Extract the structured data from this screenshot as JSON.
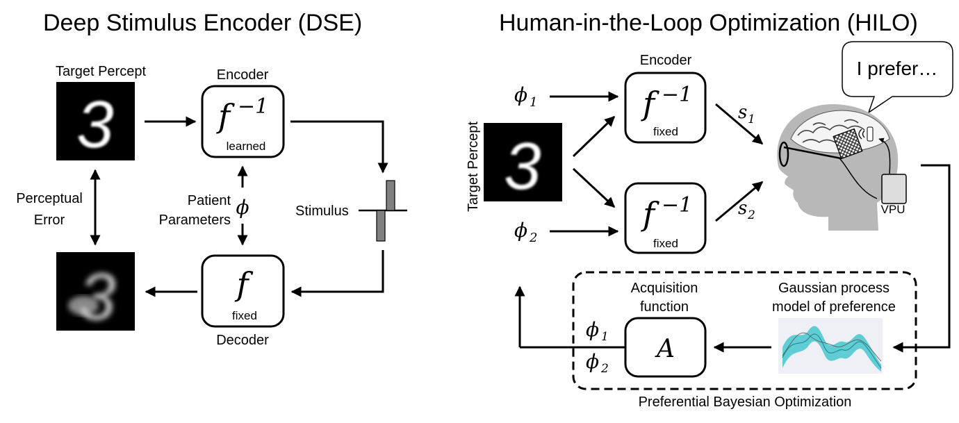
{
  "dse": {
    "title": "Deep Stimulus Encoder (DSE)",
    "target_percept_label": "Target Percept",
    "encoder_label": "Encoder",
    "encoder_func": "f",
    "encoder_sup": "−1",
    "encoder_sub": "learned",
    "decoder_func": "f",
    "decoder_sub": "fixed",
    "decoder_label": "Decoder",
    "perceptual_error": [
      "Perceptual",
      "Error"
    ],
    "patient_parameters": [
      "Patient",
      "Parameters"
    ],
    "phi": "ϕ",
    "stimulus_label": "Stimulus",
    "digit": "3"
  },
  "hilo": {
    "title": "Human-in-the-Loop Optimization (HILO)",
    "encoder_label": "Encoder",
    "target_percept_label": "Target Percept",
    "enc_func": "f",
    "enc_sup": "−1",
    "enc_sub": "fixed",
    "phi1": "ϕ",
    "phi1_sub": "1",
    "phi2": "ϕ",
    "phi2_sub": "2",
    "s1": "s",
    "s1_sub": "1",
    "s2": "s",
    "s2_sub": "2",
    "speech": "I prefer…",
    "vpu": "VPU",
    "acq_label": [
      "Acquisition",
      "function"
    ],
    "acq_func": "A",
    "gp_label": [
      "Gaussian process",
      "model of preference"
    ],
    "pbo_label": "Preferential Bayesian Optimization",
    "digit": "3"
  },
  "colors": {
    "gp_band": "#3cc4cc",
    "gp_line": "#2a8d93",
    "stimulus_bar": "#808080",
    "head": "#b8b8b8"
  },
  "icons": [
    "human-head-icon",
    "speech-bubble-icon",
    "vpu-device-icon",
    "stimulus-bars-icon"
  ]
}
